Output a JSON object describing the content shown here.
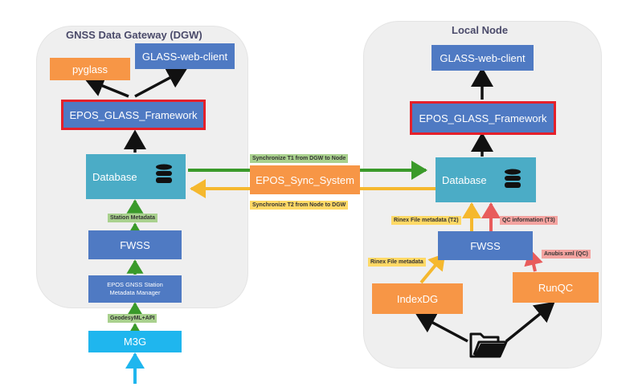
{
  "dgw": {
    "title": "GNSS Data Gateway (DGW)",
    "pyglass": "pyglass",
    "web_client": "GLASS-web-client",
    "framework": "EPOS_GLASS_Framework",
    "database": "Database",
    "station_metadata": "Station Metadata",
    "fwss": "FWSS",
    "manager_line1": "EPOS GNSS Station",
    "manager_line2": "Metadata Manager",
    "geodesyml": "GeodesyML+API",
    "m3g": "M3G"
  },
  "sync": {
    "label": "EPOS_Sync_System",
    "t1": "Synchronize T1 from DGW to Node",
    "t2": "Synchronize T2 from Node to DGW"
  },
  "node": {
    "title": "Local Node",
    "web_client": "GLASS-web-client",
    "framework": "EPOS_GLASS_Framework",
    "database": "Database",
    "fwss": "FWSS",
    "rinex_t2": "Rinex File metadata (T2)",
    "qc_t3": "QC information (T3)",
    "rinex_meta": "Rinex File metadata",
    "anubis": "Anubis xml (QC)",
    "indexdg": "IndexDG",
    "runqc": "RunQC"
  },
  "icons": {
    "database": "database-icon",
    "folder": "folder-icon"
  },
  "colors": {
    "orange": "#f79646",
    "blue": "#4f7ac3",
    "teal": "#4bacc6",
    "cyan": "#1fb6ee",
    "red_border": "#e5202a",
    "green_arrow": "#3a9a2a",
    "yellow_arrow": "#f5b82e",
    "red_arrow": "#e85c5c"
  }
}
